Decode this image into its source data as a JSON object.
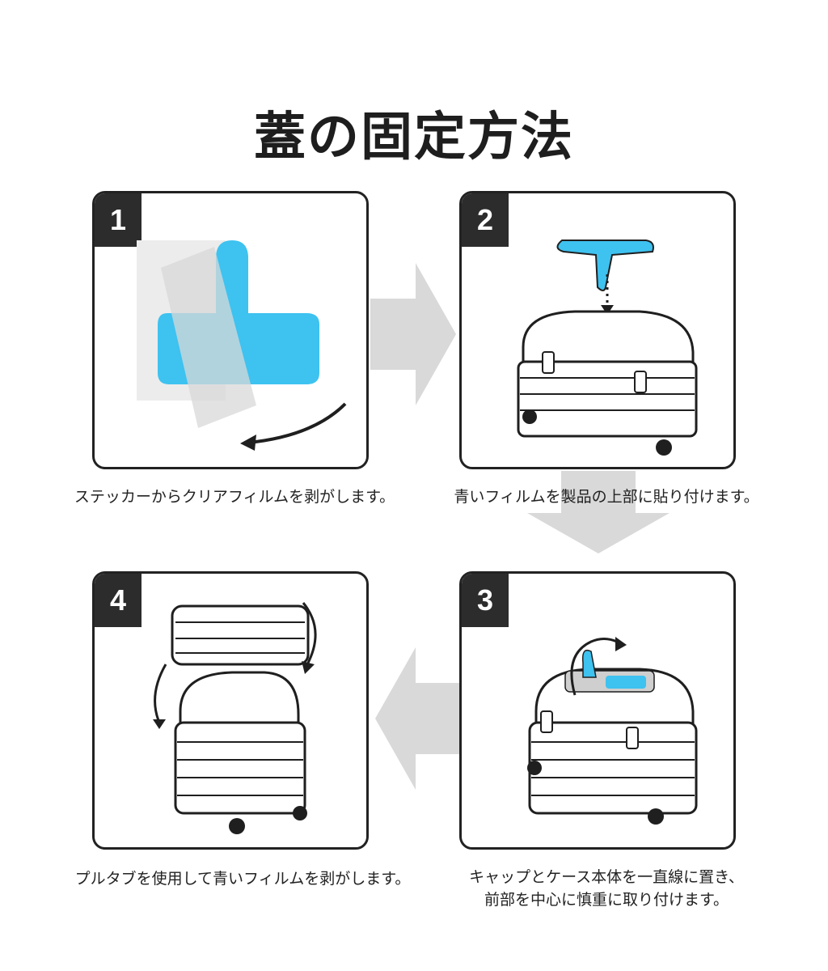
{
  "title": "蓋の固定方法",
  "steps": [
    {
      "number": "1",
      "caption": "ステッカーからクリアフィルムを剥がします。"
    },
    {
      "number": "2",
      "caption": "青いフィルムを製品の上部に貼り付けます。"
    },
    {
      "number": "3",
      "caption_line1": "キャップとケース本体を一直線に置き、",
      "caption_line2": "前部を中心に慎重に取り付けます。"
    },
    {
      "number": "4",
      "caption": "プルタブを使用して青いフィルムを剥がします。"
    }
  ],
  "colors": {
    "accent_blue": "#3ec2f0",
    "badge": "#2c2c2c",
    "arrow_gray": "#d9d9d9"
  }
}
